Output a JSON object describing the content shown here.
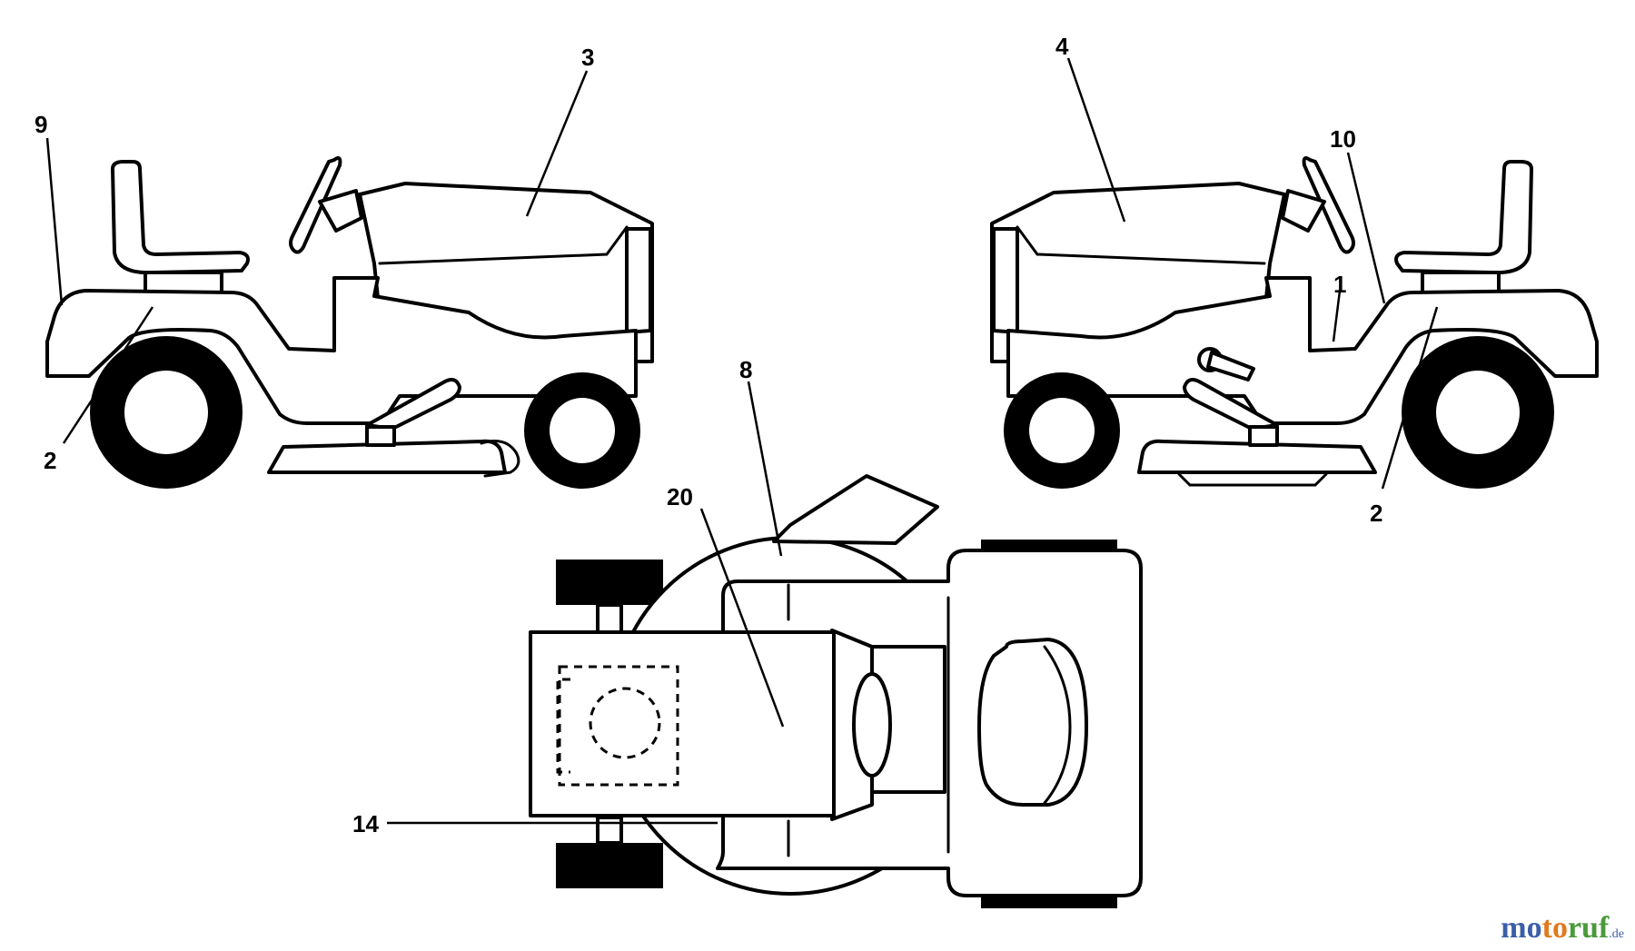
{
  "callouts": {
    "c1": "1",
    "c2_left": "2",
    "c2_right": "2",
    "c3": "3",
    "c4": "4",
    "c8": "8",
    "c9": "9",
    "c10": "10",
    "c14": "14",
    "c20": "20"
  },
  "watermark": {
    "part1": "mo",
    "part2": "to",
    "part3": "ruf",
    "suffix": ".de"
  },
  "colors": {
    "line": "#000000",
    "background": "#ffffff",
    "watermark_blue": "#3a5fa8",
    "watermark_orange": "#e07a1f",
    "watermark_green": "#4a9a3a"
  }
}
